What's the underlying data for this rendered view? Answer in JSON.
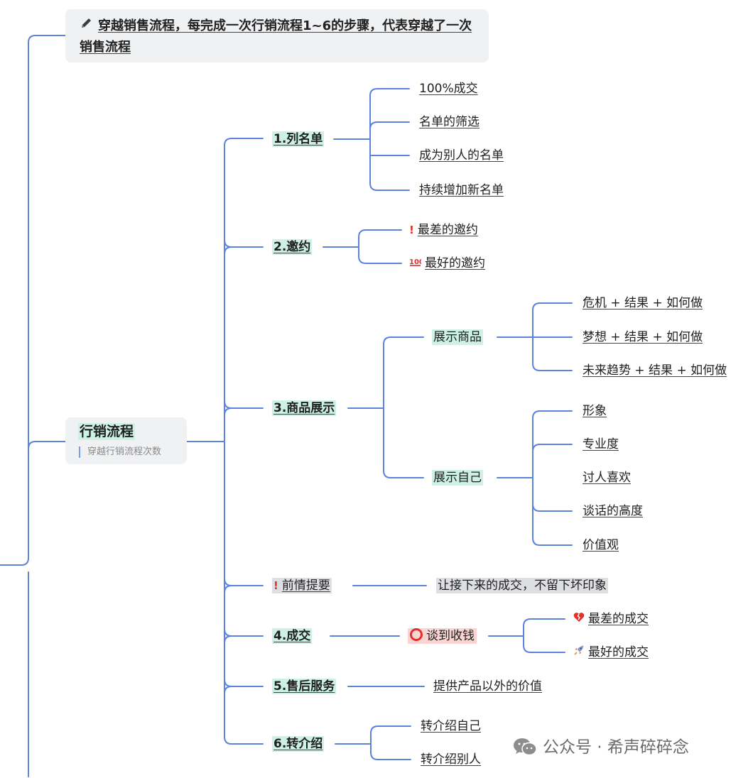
{
  "top_note": {
    "icon": "pencil-icon",
    "text": "穿越销售流程，每完成一次行销流程1~6的步骤，代表穿越了一次销售流程"
  },
  "root": {
    "title": "行销流程",
    "note": "穿越行销流程次数"
  },
  "branches": {
    "b1": {
      "label": "1.列名单",
      "children": [
        "100%成交",
        "名单的筛选",
        "成为别人的名单",
        "持续增加新名单"
      ]
    },
    "b2": {
      "label": "2.邀约",
      "children": [
        {
          "icon": "exclamation-icon",
          "text": "最差的邀约"
        },
        {
          "icon": "100-icon",
          "text": "最好的邀约"
        }
      ]
    },
    "b3": {
      "label": "3.商品展示",
      "show_product": {
        "label": "展示商品",
        "children": [
          "危机 + 结果 + 如何做",
          "梦想 + 结果 + 如何做",
          "未来趋势 + 结果 + 如何做"
        ]
      },
      "show_self": {
        "label": "展示自己",
        "children": [
          "形象",
          "专业度",
          "讨人喜欢",
          "谈话的高度",
          "价值观"
        ]
      }
    },
    "pre": {
      "icon": "exclamation-icon",
      "label": "前情提要",
      "child": "让接下来的成交，不留下坏印象"
    },
    "b4": {
      "label": "4.成交",
      "middle": {
        "icon": "circle-icon",
        "text": "谈到收钱"
      },
      "children": [
        {
          "icon": "broken-heart-icon",
          "text": "最差的成交"
        },
        {
          "icon": "rocket-icon",
          "text": "最好的成交"
        }
      ]
    },
    "b5": {
      "label": "5.售后服务",
      "child": "提供产品以外的价值"
    },
    "b6": {
      "label": "6.转介绍",
      "children": [
        "转介绍自己",
        "转介绍别人"
      ]
    }
  },
  "watermark": {
    "text": "公众号 · 希声碎碎念"
  },
  "colors": {
    "line": "#5b83dc",
    "highlight_teal": "#cdf1e6",
    "highlight_grey": "#dedfe2",
    "highlight_pink": "#f9d4d2"
  }
}
